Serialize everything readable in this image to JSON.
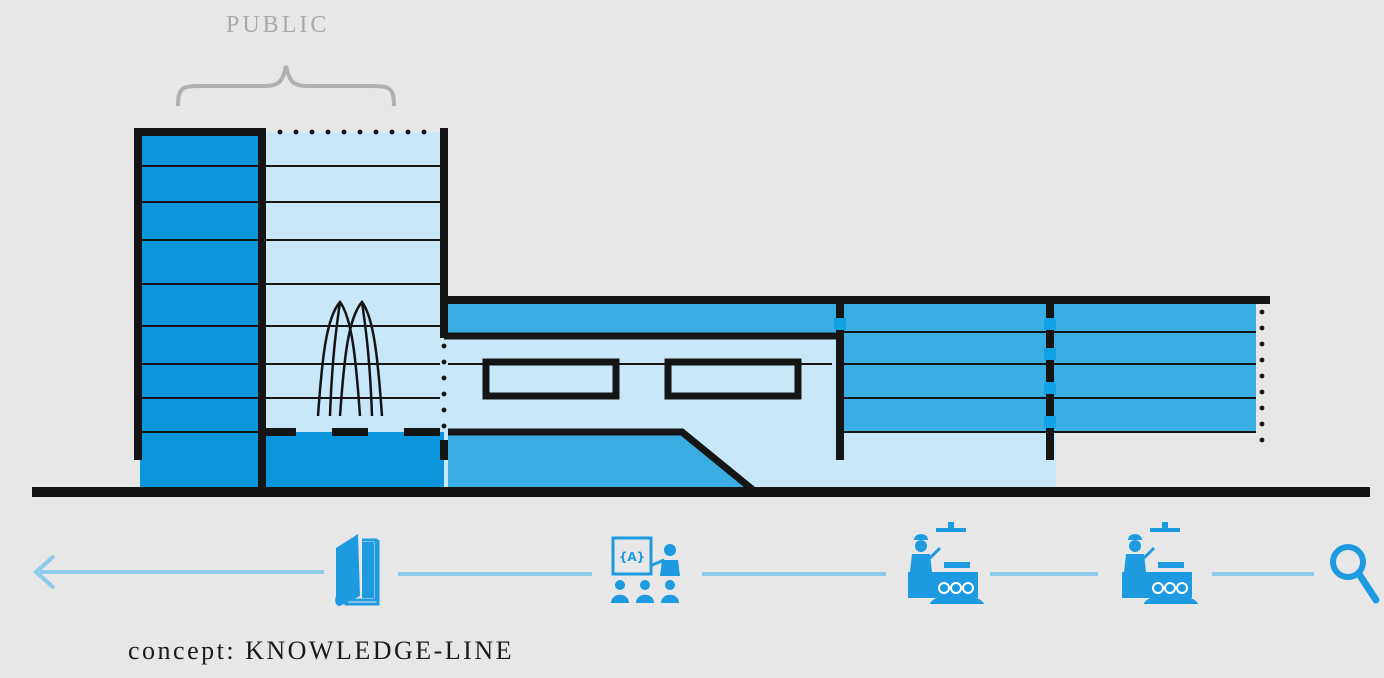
{
  "labels": {
    "public": "PUBLIC",
    "concept": "concept: KNOWLEDGE-LINE"
  },
  "colors": {
    "background": "#e7e7e7",
    "dark_blue": "#0a95dd",
    "mid_blue": "#3aaee3",
    "light_blue": "#c8e7f9",
    "outline": "#151515",
    "line": "#8ccbec",
    "icon_blue": "#1e9ae0",
    "bracket": "#b0b0b0"
  },
  "knowledge_line": {
    "direction": "left",
    "icons": [
      "book-icon",
      "teaching-class-icon",
      "cooking-class-icon",
      "cooking-class-icon",
      "search-icon"
    ]
  }
}
